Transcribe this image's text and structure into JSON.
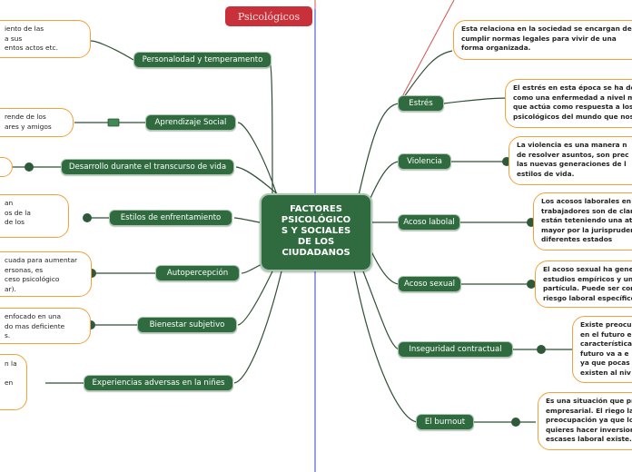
{
  "top_label": "Psicológicos",
  "center": {
    "lines": [
      "FACTORES",
      "PSICOLÓGICO",
      "S Y SOCIALES",
      "DE LOS",
      "CIUDADANOS"
    ]
  },
  "left_branches": [
    {
      "label": "Personalodad y temperamento",
      "note": [
        "iento de las",
        "a sus",
        "entos actos etc."
      ]
    },
    {
      "label": "Aprendizaje Social",
      "note": [
        "rende de los",
        "ares y amigos"
      ]
    },
    {
      "label": "Desarrollo durante el transcurso de vida",
      "note": []
    },
    {
      "label": "Estilos de enfrentamiento",
      "note": [
        "an",
        "os de la",
        "de los"
      ]
    },
    {
      "label": "Autopercepción",
      "note": [
        "cuada para aumentar",
        "ersonas, es",
        "ceso psicológico",
        "ar)."
      ]
    },
    {
      "label": "Bienestar subjetivo",
      "note": [
        "enfocado en una",
        "do mas deficiente",
        "s."
      ]
    },
    {
      "label": "Experiencias adversas en la niñes",
      "note": [
        "n la",
        "en"
      ]
    }
  ],
  "right_branches": [
    {
      "label": "Estrés",
      "note": [
        "El estrés en esta época se ha det",
        "como una enfermedad a nivel m",
        "que actúa como respuesta a los",
        "psicológicos del mundo que nos"
      ]
    },
    {
      "label": "Violencia",
      "note": [
        "La violencia es una manera n",
        "de resolver asuntos, son prec",
        "las nuevas generaciones de l",
        "estilos de vida."
      ]
    },
    {
      "label": "Acoso labolal",
      "note": [
        "Los acosos  laborales en l",
        "trabajadores son de clara",
        "están teteniendo una ato",
        "mayor por la jurisprudenc",
        "diferentes estados"
      ]
    },
    {
      "label": "Acoso sexual",
      "note": [
        "El acoso sexual ha gener",
        "estudios empíricos  y un a",
        "partícula. Puede ser cons",
        "riesgo laboral específico"
      ]
    },
    {
      "label": "Inseguridad contractual",
      "note": [
        "Existe preocu",
        "en el futuro e",
        "característica",
        "futuro va a e",
        "ya que pocas",
        "existen al niv"
      ]
    },
    {
      "label": "El burnout",
      "note": [
        "Es una situación que pr",
        "empresarial. El riego lab",
        "preocupación  ya que lo",
        "quieres hacer inversion",
        "escases laboral existe."
      ]
    }
  ],
  "top_note": [
    "Esta relaciona en la sociedad se encargan de",
    "cumplir normas legales para vivir de una",
    "forma organizada."
  ],
  "colors": {
    "node_fill": "#2f6b3f",
    "line": "#2f4f35",
    "bubble_border": "#f2a13a",
    "top_label": "#c8303a",
    "guide_red": "#d9534f",
    "guide_blue": "#2b3fd6"
  }
}
